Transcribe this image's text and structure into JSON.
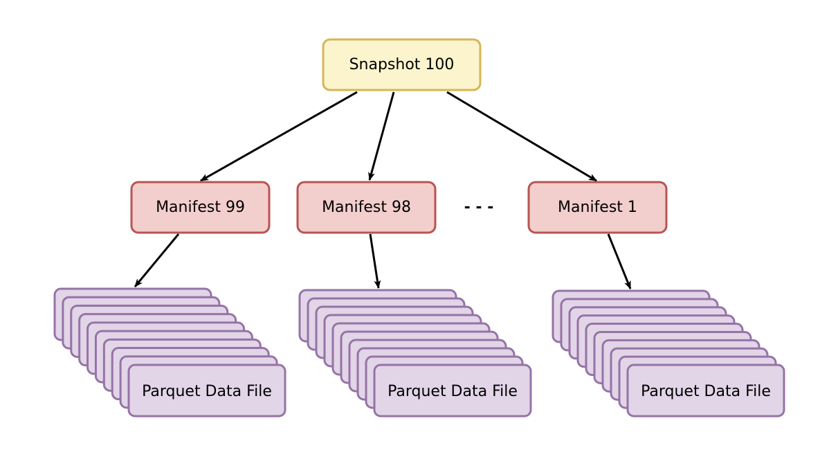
{
  "snapshot": {
    "label": "Snapshot 100",
    "fill": "#fcf4cd",
    "stroke": "#d5b656"
  },
  "manifests": [
    {
      "label": "Manifest 99"
    },
    {
      "label": "Manifest 98"
    },
    {
      "label": "Manifest 1"
    }
  ],
  "ellipsis": "- - -",
  "manifest_style": {
    "fill": "#f2cecc",
    "stroke": "#b85450"
  },
  "data_file_groups": [
    {
      "label": "Parquet Data File"
    },
    {
      "label": "Parquet Data File"
    },
    {
      "label": "Parquet Data File"
    }
  ],
  "data_file_style": {
    "fill": "#e1d5e7",
    "stroke": "#9673a6"
  },
  "arrow_color": "#000000"
}
